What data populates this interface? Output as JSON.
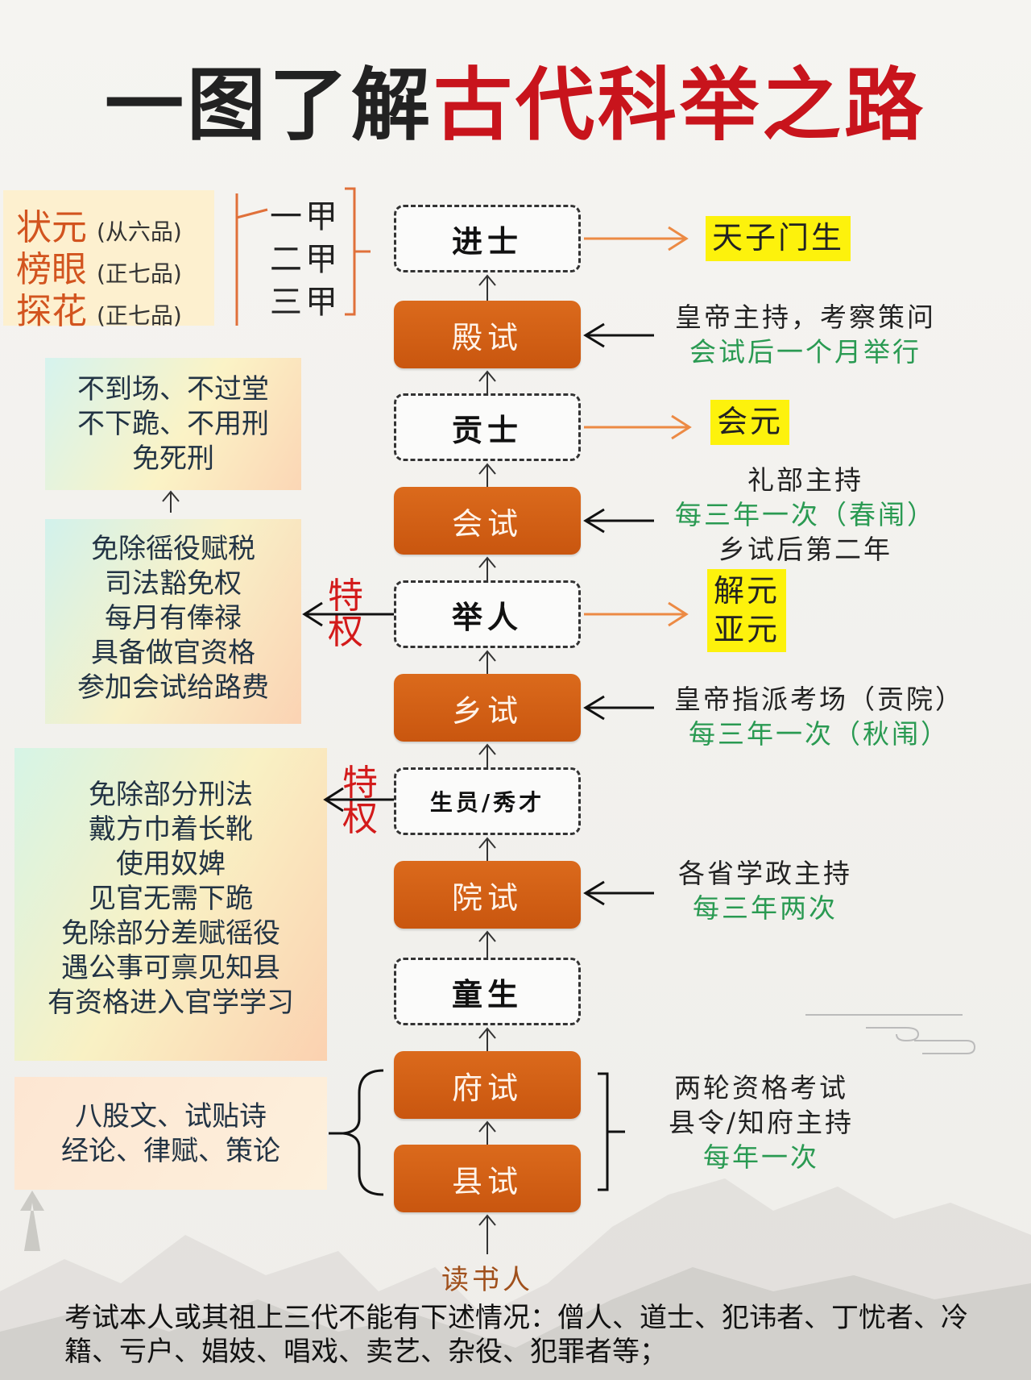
{
  "title": {
    "part1": "一图了解",
    "part2": "古代科举之路"
  },
  "nodes": {
    "jinshi": "进士",
    "dianshi": "殿试",
    "gongshi": "贡士",
    "huishi": "会试",
    "juren": "举人",
    "xiangshi": "乡试",
    "shengyuan": "生员/秀才",
    "yuanshi": "院试",
    "tongsheng": "童生",
    "fushi": "府试",
    "xianshi": "县试"
  },
  "ranks": [
    {
      "name": "状元",
      "grade": "(从六品)"
    },
    {
      "name": "榜眼",
      "grade": "(正七品)"
    },
    {
      "name": "探花",
      "grade": "(正七品)"
    }
  ],
  "jia": [
    "一甲",
    "二甲",
    "三甲"
  ],
  "highlights": {
    "jinshi": "天子门生",
    "gongshi": "会元",
    "juren_1": "解元",
    "juren_2": "亚元"
  },
  "right_info": {
    "dianshi_1": "皇帝主持，考察策问",
    "dianshi_2": "会试后一个月举行",
    "huishi_1": "礼部主持",
    "huishi_2": "每三年一次（春闱）",
    "huishi_3": "乡试后第二年",
    "xiangshi_1": "皇帝指派考场（贡院）",
    "xiangshi_2": "每三年一次（秋闱）",
    "yuanshi_1": "各省学政主持",
    "yuanshi_2": "每三年两次",
    "fuxian_1": "两轮资格考试",
    "fuxian_2": "县令/知府主持",
    "fuxian_3": "每年一次"
  },
  "left_boxes": {
    "gongshi_privilege": [
      "不到场、不过堂",
      "不下跪、不用刑",
      "免死刑"
    ],
    "juren_privilege": [
      "免除徭役赋税",
      "司法豁免权",
      "每月有俸禄",
      "具备做官资格",
      "参加会试给路费"
    ],
    "shengyuan_privilege": [
      "免除部分刑法",
      "戴方巾着长靴",
      "使用奴婢",
      "见官无需下跪",
      "免除部分差赋徭役",
      "遇公事可禀见知县",
      "有资格进入官学学习"
    ],
    "subjects": [
      "八股文、试贴诗",
      "经论、律赋、策论"
    ]
  },
  "tequan_label": [
    "特",
    "权"
  ],
  "reader": "读书人",
  "footnote": "考试本人或其祖上三代不能有下述情况：僧人、道士、犯讳者、丁忧者、冷籍、亏户、娼妓、唱戏、卖艺、杂役、犯罪者等；",
  "colors": {
    "accent_red": "#c8141c",
    "node_orange": "#d2601a",
    "info_green": "#2a9a52",
    "highlight_yellow": "#fdf20c",
    "arrow_orange": "#ec8a44"
  }
}
